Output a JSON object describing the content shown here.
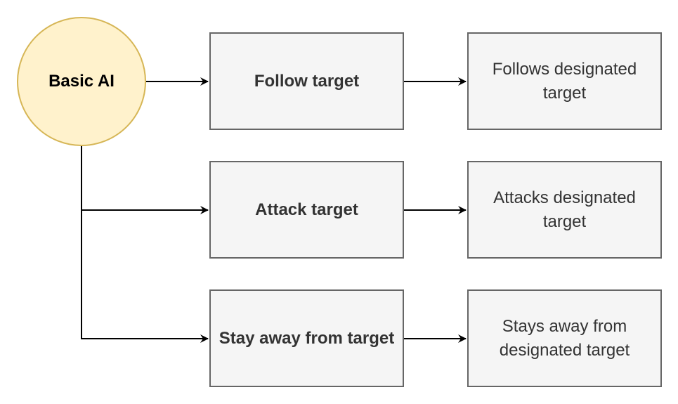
{
  "colors": {
    "root_fill": "#fff2cc",
    "root_stroke": "#d6b656",
    "box_fill": "#f5f5f5",
    "box_stroke": "#666666",
    "box_text": "#333333",
    "edge": "#000000"
  },
  "root": {
    "label": "Basic AI"
  },
  "actions": [
    {
      "label": "Follow target"
    },
    {
      "label": "Attack target"
    },
    {
      "label": "Stay away from target"
    }
  ],
  "descriptions": [
    {
      "label": "Follows designated target"
    },
    {
      "label": "Attacks designated target"
    },
    {
      "label": "Stays away from designated target"
    }
  ]
}
